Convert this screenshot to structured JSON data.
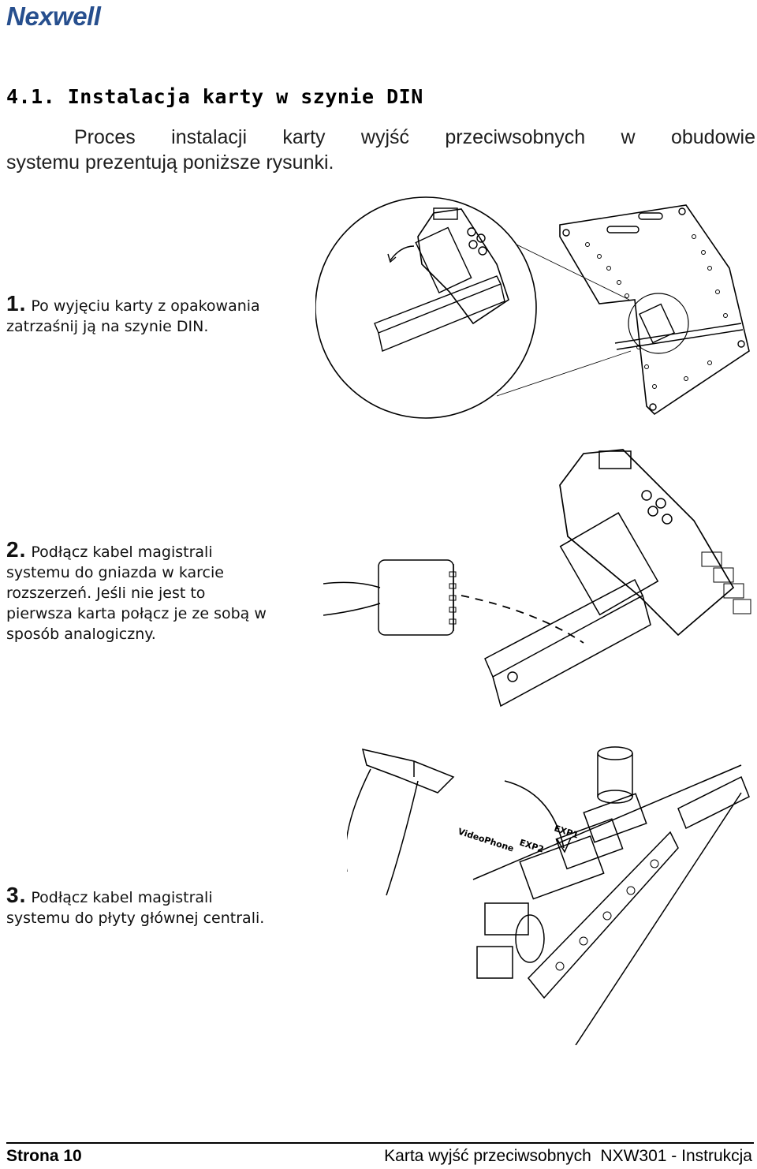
{
  "header": {
    "logo_text": "Nexwell"
  },
  "section": {
    "title": "4.1. Instalacja karty w szynie DIN"
  },
  "intro": {
    "line1": "Proces instalacji karty wyjść przeciwsobnych w obudowie",
    "line2": "systemu prezentują poniższe rysunki."
  },
  "steps": [
    {
      "number": "1.",
      "lines": [
        "Po wyjęciu karty z opakowania",
        "zatrzaśnij ją na szynie DIN."
      ]
    },
    {
      "number": "2.",
      "lines": [
        "Podłącz kabel magistrali",
        "systemu do gniazda w karcie",
        "rozszerzeń. Jeśli nie jest to",
        "pierwsza karta połącz je ze sobą w",
        "sposób analogiczny."
      ]
    },
    {
      "number": "3.",
      "lines": [
        "Podłącz kabel magistrali",
        "systemu do płyty głównej centrali."
      ]
    }
  ],
  "figure_labels": {
    "exp1": "EXP1",
    "exp2": "EXP2",
    "videophone": "VideoPhone"
  },
  "footer": {
    "page": "Strona 10",
    "doc_title": "Karta wyjść przeciwsobnych  NXW301 - Instrukcja"
  }
}
